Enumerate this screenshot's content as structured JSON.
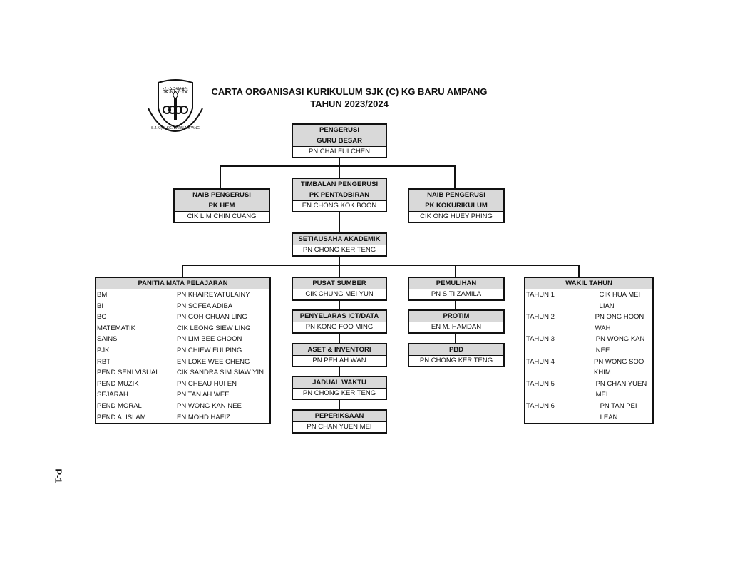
{
  "title": "CARTA ORGANISASI  KURIKULUM SJK (C) KG BARU AMPANG",
  "subtitle": "TAHUN 2023/2024",
  "logo": {
    "chinese": "安新学校",
    "ribbon": "S.J.K.(C) KG. BARU AMPANG"
  },
  "pengerusi": {
    "role": "PENGERUSI",
    "title": "GURU BESAR",
    "name": "PN CHAI FUI CHEN"
  },
  "naib_hem": {
    "role": "NAIB PENGERUSI",
    "title": "PK HEM",
    "name": "CIK LIM CHIN CUANG"
  },
  "timbalan": {
    "role": "TIMBALAN PENGERUSI",
    "title": "PK PENTADBIRAN",
    "name": "EN CHONG KOK BOON"
  },
  "naib_koko": {
    "role": "NAIB PENGERUSI",
    "title": "PK KOKURIKULUM",
    "name": "CIK ONG HUEY PHING"
  },
  "setiausaha": {
    "role": "SETIAUSAHA AKADEMIK",
    "name": "PN CHONG KER TENG"
  },
  "panitia": {
    "header": "PANITIA MATA PELAJARAN",
    "rows": [
      {
        "subject": "BM",
        "name": "PN KHAIREYATULAINY"
      },
      {
        "subject": "BI",
        "name": "PN SOFEA ADIBA"
      },
      {
        "subject": "BC",
        "name": "PN GOH CHUAN LING"
      },
      {
        "subject": "MATEMATIK",
        "name": "CIK LEONG SIEW LING"
      },
      {
        "subject": "SAINS",
        "name": "PN LIM BEE CHOON"
      },
      {
        "subject": "PJK",
        "name": "PN CHIEW FUI PING"
      },
      {
        "subject": "RBT",
        "name": "EN LOKE WEE CHENG"
      },
      {
        "subject": "PEND SENI VISUAL",
        "name": "CIK SANDRA SIM SIAW YIN"
      },
      {
        "subject": "PEND MUZIK",
        "name": "PN CHEAU HUI EN"
      },
      {
        "subject": "SEJARAH",
        "name": "PN TAN AH WEE"
      },
      {
        "subject": "PEND MORAL",
        "name": "PN WONG KAN NEE"
      },
      {
        "subject": "PEND A. ISLAM",
        "name": "EN MOHD HAFIZ"
      }
    ]
  },
  "col2": [
    {
      "role": "PUSAT SUMBER",
      "name": "CIK CHUNG MEI YUN"
    },
    {
      "role": "PENYELARAS ICT/DATA",
      "name": "PN KONG FOO MING"
    },
    {
      "role": "ASET & INVENTORI",
      "name": "PN PEH AH WAN"
    },
    {
      "role": "JADUAL WAKTU",
      "name": "PN CHONG KER TENG"
    },
    {
      "role": "PEPERIKSAAN",
      "name": "PN CHAN YUEN MEI"
    }
  ],
  "col3": [
    {
      "role": "PEMULIHAN",
      "name": "PN SITI ZAMILA"
    },
    {
      "role": "PROTIM",
      "name": "EN M. HAMDAN"
    },
    {
      "role": "PBD",
      "name": "PN CHONG KER TENG"
    }
  ],
  "wakil": {
    "header": "WAKIL TAHUN",
    "rows": [
      {
        "year": "TAHUN 1",
        "name": "CIK HUA MEI LIAN"
      },
      {
        "year": "TAHUN 2",
        "name": "PN ONG HOON WAH"
      },
      {
        "year": "TAHUN 3",
        "name": "PN WONG KAN NEE"
      },
      {
        "year": "TAHUN 4",
        "name": "PN WONG SOO KHIM"
      },
      {
        "year": "TAHUN 5",
        "name": "PN CHAN YUEN MEI"
      },
      {
        "year": "TAHUN 6",
        "name": "PN TAN PEI LEAN"
      }
    ]
  },
  "page_label": "P-1"
}
